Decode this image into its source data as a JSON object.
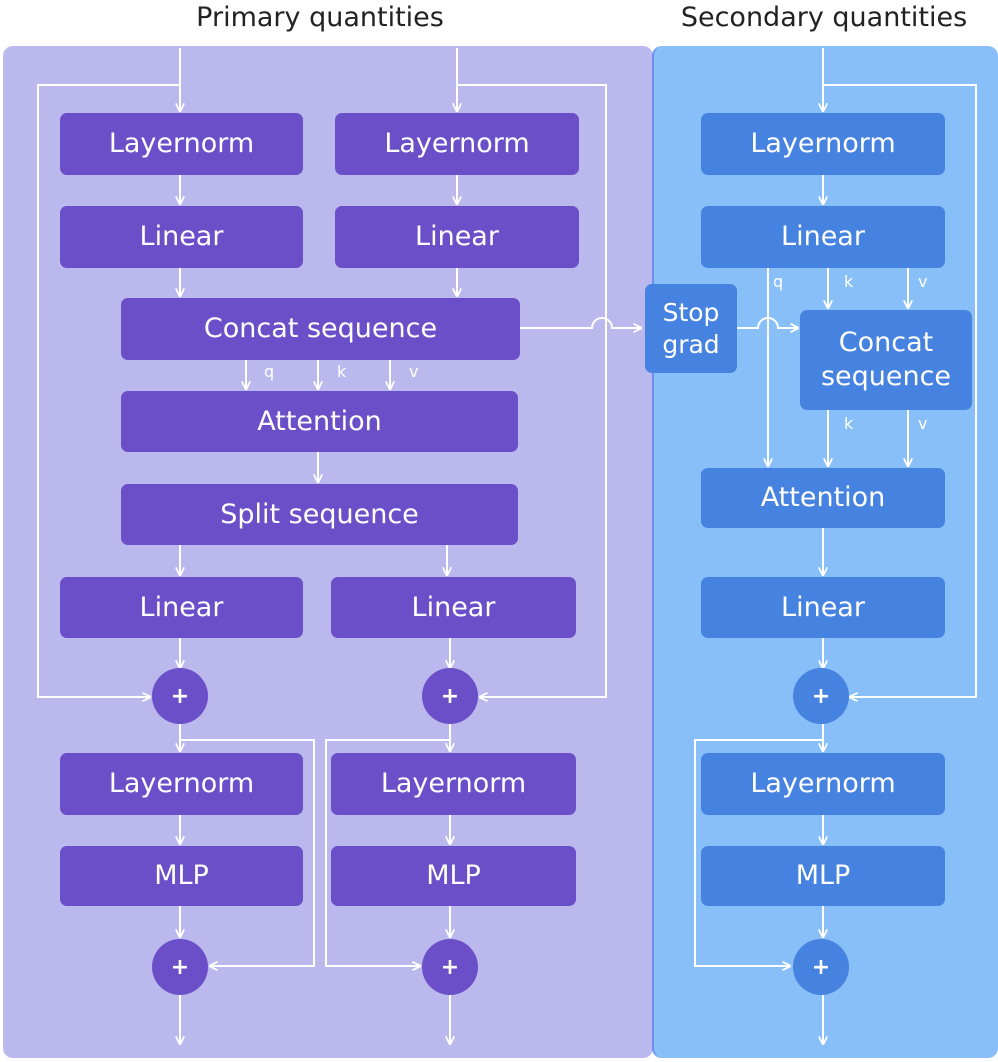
{
  "titles": {
    "primary": "Primary quantities",
    "secondary": "Secondary quantities"
  },
  "primary": {
    "layernorm_left": "Layernorm",
    "layernorm_right": "Layernorm",
    "linear_left": "Linear",
    "linear_right": "Linear",
    "concat": "Concat sequence",
    "attention": "Attention",
    "split": "Split sequence",
    "linear_out_left": "Linear",
    "linear_out_right": "Linear",
    "layernorm2_left": "Layernorm",
    "layernorm2_right": "Layernorm",
    "mlp_left": "MLP",
    "mlp_right": "MLP",
    "labels": {
      "q": "q",
      "k": "k",
      "v": "v"
    }
  },
  "stop_grad": "Stop grad",
  "secondary": {
    "layernorm": "Layernorm",
    "linear": "Linear",
    "concat": "Concat sequence",
    "attention": "Attention",
    "linear_out": "Linear",
    "layernorm2": "Layernorm",
    "mlp": "MLP",
    "labels": {
      "q": "q",
      "k1": "k",
      "v1": "v",
      "k2": "k",
      "v2": "v"
    }
  },
  "plus_symbol": "+",
  "colors": {
    "primary_panel": "#bbb8ee",
    "primary_box": "#6a4fc8",
    "secondary_panel": "#88bff9",
    "secondary_box": "#4682e0",
    "wire": "#ffffff"
  }
}
